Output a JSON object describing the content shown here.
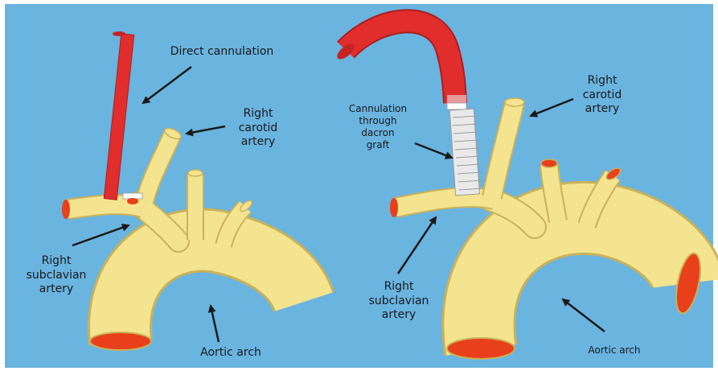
{
  "colors": {
    "background": "#6ab4e0",
    "vessel": "#f4e48f",
    "vessel_edge": "#c9b25a",
    "vessel_lumen": "#e8401b",
    "cannula": "#e22d2d",
    "graft": "#e9e9e9",
    "arrow": "#1a1a1a"
  },
  "left_panel": {
    "direct_cannulation": "Direct cannulation",
    "right_carotid_artery": "Right\ncarotid\nartery",
    "right_subclavian_artery": "Right\nsubclavian\nartery",
    "aortic_arch": "Aortic arch"
  },
  "right_panel": {
    "cannulation_through_dacron_graft": "Cannulation\nthrough\ndacron\ngraft",
    "right_carotid_artery": "Right\ncarotid\nartery",
    "right_subclavian_artery": "Right\nsubclavian\nartery",
    "aortic_arch": "Aortic arch"
  }
}
